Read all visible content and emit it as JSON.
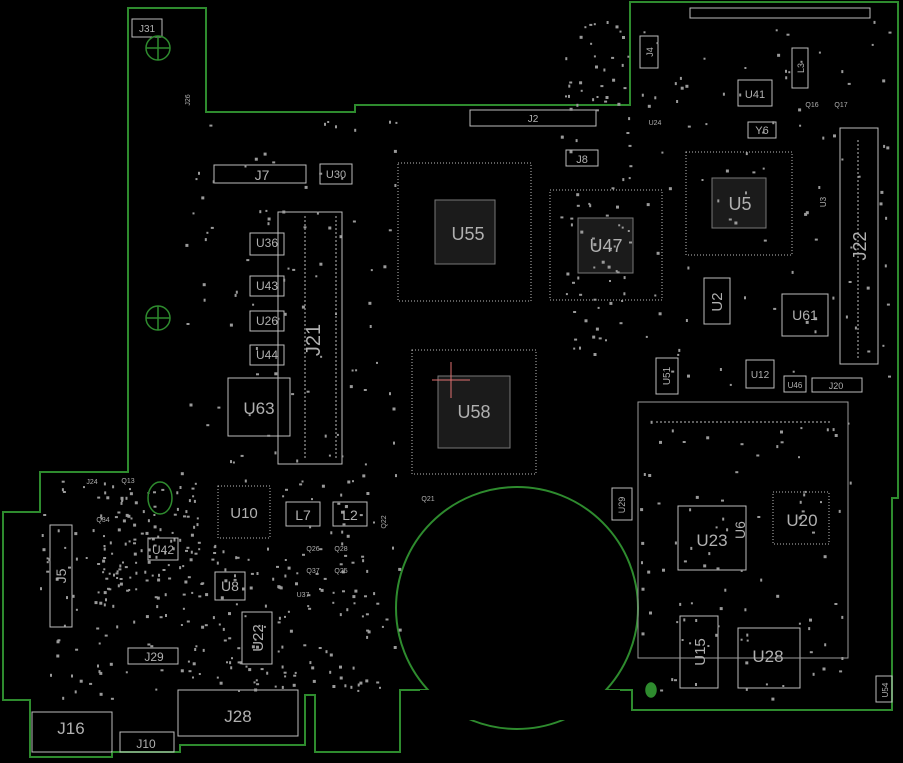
{
  "colors": {
    "background": "#000000",
    "outline": "#2e8b2e",
    "silkscreen": "#cfcfcf",
    "pad": "#bdbdbd",
    "label_large": "#b0b0b0",
    "marker": "#e07070"
  },
  "labels": {
    "J31": "J31",
    "J7": "J7",
    "U30": "U30",
    "U36": "U36",
    "U43": "U43",
    "U26": "U26",
    "U44": "U44",
    "J21": "J21",
    "U63": "U63",
    "U55": "U55",
    "U47": "U47",
    "U58": "U58",
    "U5": "U5",
    "J22": "J22",
    "U2": "U2",
    "U61": "U61",
    "U41": "U41",
    "Y6": "Y6",
    "L3": "L3",
    "J4": "J4",
    "J8": "J8",
    "J2": "J2",
    "U51": "U51",
    "U12": "U12",
    "U46": "U46",
    "J20": "J20",
    "U10": "U10",
    "L7": "L7",
    "L2": "L2",
    "U29": "U29",
    "U23": "U23",
    "U20": "U20",
    "U6": "U6",
    "J5": "J5",
    "U42": "U42",
    "U8": "U8",
    "U22": "U22",
    "J29": "J29",
    "J16": "J16",
    "J28": "J28",
    "J10": "J10",
    "U15": "U15",
    "U28": "U28",
    "U54": "U54",
    "J24": "J24",
    "Q13": "Q13",
    "Q34": "Q34",
    "Q21": "Q21",
    "Q22": "Q22",
    "Q26": "Q26",
    "Q28": "Q28",
    "Q37": "Q37",
    "Q25": "Q25",
    "U37": "U37",
    "U24": "U24",
    "Q16": "Q16",
    "Q17": "Q17",
    "U3": "U3",
    "J26": "J26"
  }
}
